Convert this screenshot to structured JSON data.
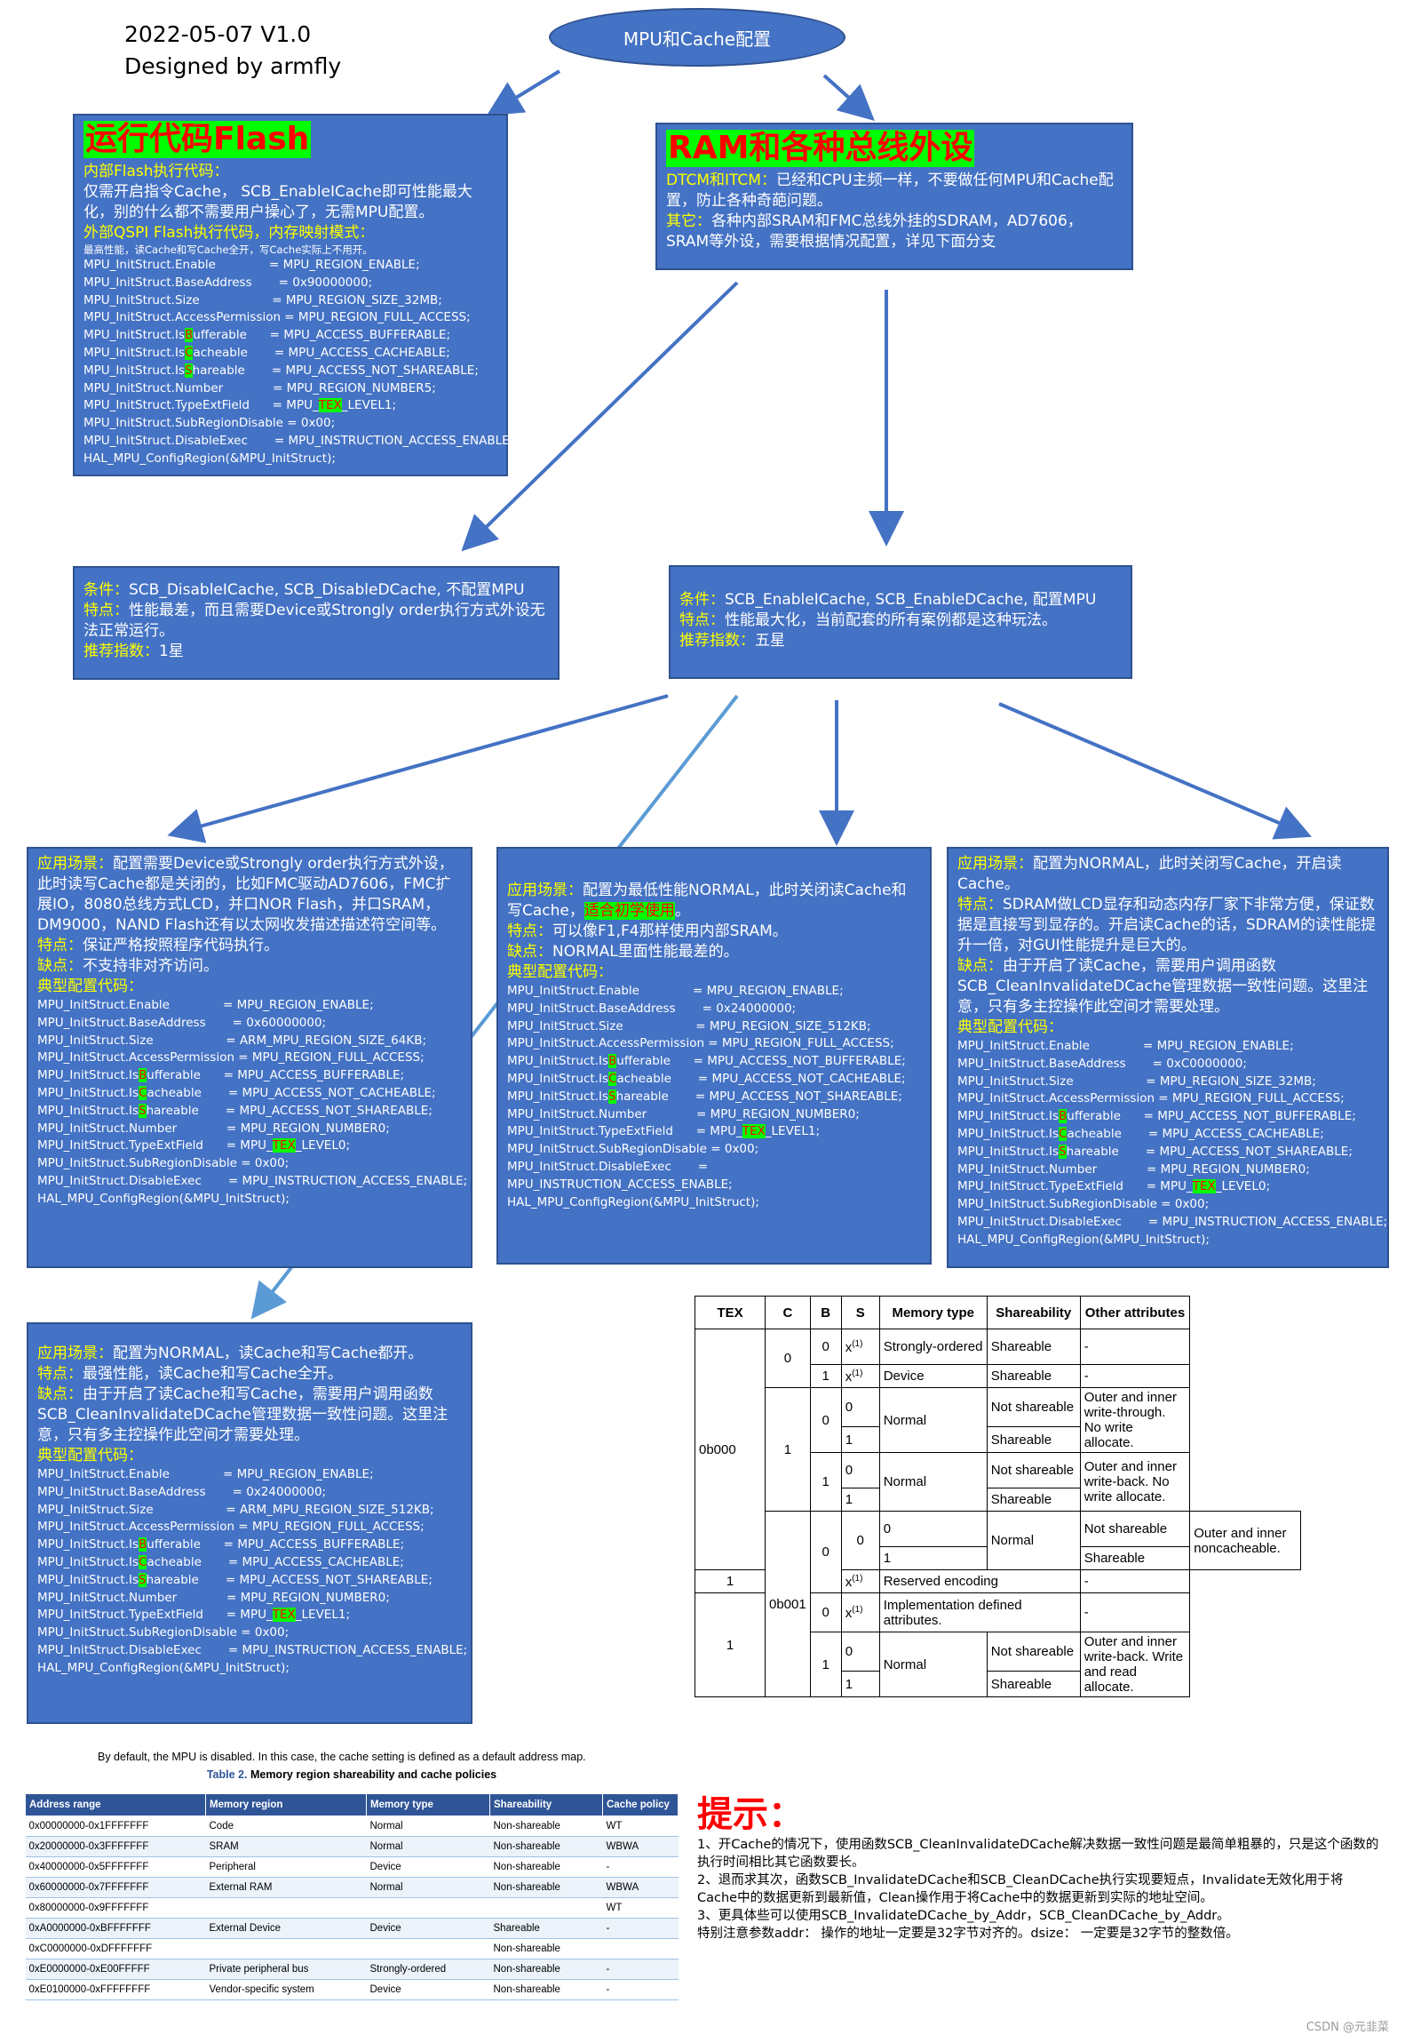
{
  "header": {
    "date_version": "2022-05-07  V1.0",
    "author": "Designed by armfly"
  },
  "root": {
    "label": "MPU和Cache配置"
  },
  "flash_box": {
    "title": "运行代码Flash",
    "internal_label": "内部Flash执行代码：",
    "internal_text": "仅需开启指令Cache，  SCB_EnableICache即可性能最大化，别的什么都不需要用户操心了，无需MPU配置。",
    "external_label": "外部QSPI Flash执行代码，内存映射模式：",
    "note": "最高性能，读Cache和写Cache全开，写Cache实际上不用开。",
    "code": [
      "MPU_InitStruct.Enable              = MPU_REGION_ENABLE;",
      "MPU_InitStruct.BaseAddress       = 0x90000000;",
      "MPU_InitStruct.Size                   = MPU_REGION_SIZE_32MB;",
      "MPU_InitStruct.AccessPermission = MPU_REGION_FULL_ACCESS;",
      "MPU_InitStruct.IsBufferable      = MPU_ACCESS_BUFFERABLE;",
      "MPU_InitStruct.IsCacheable       = MPU_ACCESS_CACHEABLE;",
      "MPU_InitStruct.IsShareable       = MPU_ACCESS_NOT_SHAREABLE;",
      "MPU_InitStruct.Number             = MPU_REGION_NUMBER5;",
      "MPU_InitStruct.TypeExtField      = MPU_TEX_LEVEL1;",
      "MPU_InitStruct.SubRegionDisable = 0x00;",
      "MPU_InitStruct.DisableExec       = MPU_INSTRUCTION_ACCESS_ENABLE;",
      "HAL_MPU_ConfigRegion(&MPU_InitStruct);"
    ]
  },
  "ram_box": {
    "title": "RAM和各种总线外设",
    "dtcm_label": "DTCM和ITCM：",
    "dtcm_text": "已经和CPU主频一样，不要做任何MPU和Cache配置，防止各种奇葩问题。",
    "other_label": "其它：",
    "other_text": "各种内部SRAM和FMC总线外挂的SDRAM，AD7606，SRAM等外设，需要根据情况配置，详见下面分支"
  },
  "cond_disable": {
    "cond_label": "条件：",
    "cond_text": "SCB_DisableICache, SCB_DisableDCache, 不配置MPU",
    "feat_label": "特点：",
    "feat_text": "性能最差，而且需要Device或Strongly order执行方式外设无法正常运行。",
    "rec_label": "推荐指数：",
    "rec_text": "1星"
  },
  "cond_enable": {
    "cond_label": "条件：",
    "cond_text": "SCB_EnableICache, SCB_EnableDCache, 配置MPU",
    "feat_label": "特点：",
    "feat_text": "性能最大化，当前配套的所有案例都是这种玩法。",
    "rec_label": "推荐指数：",
    "rec_text": "五星"
  },
  "device_box": {
    "scene_label": "应用场景：",
    "scene_text": "配置需要Device或Strongly order执行方式外设，此时读写Cache都是关闭的，比如FMC驱动AD7606，FMC扩展IO，8080总线方式LCD，并口NOR Flash，并口SRAM，DM9000，NAND Flash还有以太网收发描述描述符空间等。",
    "feat_label": "特点：",
    "feat_text": "保证严格按照程序代码执行。",
    "cons_label": "缺点：",
    "cons_text": "不支持非对齐访问。",
    "code_label": "典型配置代码：",
    "code": [
      "MPU_InitStruct.Enable              = MPU_REGION_ENABLE;",
      "MPU_InitStruct.BaseAddress       = 0x60000000;",
      "MPU_InitStruct.Size                   = ARM_MPU_REGION_SIZE_64KB;",
      "MPU_InitStruct.AccessPermission = MPU_REGION_FULL_ACCESS;",
      "MPU_InitStruct.IsBufferable      = MPU_ACCESS_BUFFERABLE;",
      "MPU_InitStruct.IsCacheable       = MPU_ACCESS_NOT_CACHEABLE;",
      "MPU_InitStruct.IsShareable       = MPU_ACCESS_NOT_SHAREABLE;",
      "MPU_InitStruct.Number             = MPU_REGION_NUMBER0;",
      "MPU_InitStruct.TypeExtField      = MPU_TEX_LEVEL0;",
      "MPU_InitStruct.SubRegionDisable = 0x00;",
      "MPU_InitStruct.DisableExec       = MPU_INSTRUCTION_ACCESS_ENABLE;",
      "HAL_MPU_ConfigRegion(&MPU_InitStruct);"
    ]
  },
  "normal_nc_box": {
    "scene_label": "应用场景：",
    "scene_text": "配置为最低性能NORMAL，此时关闭读Cache和写Cache，",
    "scene_hl": "适合初学使用",
    "scene_end": "。",
    "feat_label": "特点：",
    "feat_text": "可以像F1,F4那样使用内部SRAM。",
    "cons_label": "缺点：",
    "cons_text": "NORMAL里面性能最差的。",
    "code_label": "典型配置代码：",
    "code": [
      "MPU_InitStruct.Enable              = MPU_REGION_ENABLE;",
      "MPU_InitStruct.BaseAddress       = 0x24000000;",
      "MPU_InitStruct.Size                   = MPU_REGION_SIZE_512KB;",
      "MPU_InitStruct.AccessPermission = MPU_REGION_FULL_ACCESS;",
      "MPU_InitStruct.IsBufferable      = MPU_ACCESS_NOT_BUFFERABLE;",
      "MPU_InitStruct.IsCacheable       = MPU_ACCESS_NOT_CACHEABLE;",
      "MPU_InitStruct.IsShareable       = MPU_ACCESS_NOT_SHAREABLE;",
      "MPU_InitStruct.Number             = MPU_REGION_NUMBER0;",
      "MPU_InitStruct.TypeExtField      = MPU_TEX_LEVEL1;",
      "MPU_InitStruct.SubRegionDisable = 0x00;",
      "MPU_InitStruct.DisableExec       =",
      "MPU_INSTRUCTION_ACCESS_ENABLE;",
      "HAL_MPU_ConfigRegion(&MPU_InitStruct);"
    ]
  },
  "normal_wt_box": {
    "scene_label": "应用场景：",
    "scene_text": "配置为NORMAL，此时关闭写Cache，开启读Cache。",
    "feat_label_a": "特点：",
    "feat_text_a": "SDRAM做LCD显存和动态内存厂家下非常方便，保证数据是直接写到显存的。开启读Cache的话，SDRAM的读性能提升一倍，对GUI性能提升是巨大的。",
    "cons_label": "缺点：",
    "cons_text": "由于开启了读Cache，需要用户调用函数SCB_CleanInvalidateDCache管理数据一致性问题。这里注意，只有多主控操作此空间才需要处理。",
    "code_label": "典型配置代码：",
    "code": [
      "MPU_InitStruct.Enable              = MPU_REGION_ENABLE;",
      "MPU_InitStruct.BaseAddress       = 0xC0000000;",
      "MPU_InitStruct.Size                   = MPU_REGION_SIZE_32MB;",
      "MPU_InitStruct.AccessPermission = MPU_REGION_FULL_ACCESS;",
      "MPU_InitStruct.IsBufferable      = MPU_ACCESS_NOT_BUFFERABLE;",
      "MPU_InitStruct.IsCacheable       = MPU_ACCESS_CACHEABLE;",
      "MPU_InitStruct.IsShareable       = MPU_ACCESS_NOT_SHAREABLE;",
      "MPU_InitStruct.Number             = MPU_REGION_NUMBER0;",
      "MPU_InitStruct.TypeExtField      = MPU_TEX_LEVEL0;",
      "MPU_InitStruct.SubRegionDisable = 0x00;",
      "MPU_InitStruct.DisableExec       = MPU_INSTRUCTION_ACCESS_ENABLE;",
      "HAL_MPU_ConfigRegion(&MPU_InitStruct);"
    ]
  },
  "normal_wb_box": {
    "scene_label": "应用场景：",
    "scene_text": "配置为NORMAL，读Cache和写Cache都开。",
    "feat_label": "特点：",
    "feat_text": "最强性能，读Cache和写Cache全开。",
    "cons_label": "缺点：",
    "cons_text": "由于开启了读Cache和写Cache，需要用户调用函数SCB_CleanInvalidateDCache管理数据一致性问题。这里注意，只有多主控操作此空间才需要处理。",
    "code_label": "典型配置代码：",
    "code": [
      "MPU_InitStruct.Enable              = MPU_REGION_ENABLE;",
      "MPU_InitStruct.BaseAddress       = 0x24000000;",
      "MPU_InitStruct.Size                   = ARM_MPU_REGION_SIZE_512KB;",
      "MPU_InitStruct.AccessPermission = MPU_REGION_FULL_ACCESS;",
      "MPU_InitStruct.IsBufferable      = MPU_ACCESS_BUFFERABLE;",
      "MPU_InitStruct.IsCacheable       = MPU_ACCESS_CACHEABLE;",
      "MPU_InitStruct.IsShareable       = MPU_ACCESS_NOT_SHAREABLE;",
      "MPU_InitStruct.Number             = MPU_REGION_NUMBER0;",
      "MPU_InitStruct.TypeExtField      = MPU_TEX_LEVEL1;",
      "MPU_InitStruct.SubRegionDisable = 0x00;",
      "MPU_InitStruct.DisableExec       = MPU_INSTRUCTION_ACCESS_ENABLE;",
      "HAL_MPU_ConfigRegion(&MPU_InitStruct);"
    ]
  },
  "tex_table": {
    "headers": [
      "TEX",
      "C",
      "B",
      "S",
      "Memory type",
      "Shareability",
      "Other attributes"
    ],
    "tex0": "0b000",
    "tex1": "0b001",
    "c0": "0",
    "c1": "1",
    "b0": "0",
    "b1": "1",
    "s0": "0",
    "s1": "1",
    "x1": "x",
    "sup": "(1)",
    "strongly_ordered": "Strongly-ordered",
    "device": "Device",
    "normal": "Normal",
    "reserved": "Reserved encoding",
    "impl_defined": "Implementation defined attributes.",
    "shareable": "Shareable",
    "not_shareable": "Not shareable",
    "dash": "-",
    "wt_no_alloc": "Outer and inner write-through. No write allocate.",
    "wb_no_alloc": "Outer and inner write-back. No write allocate.",
    "noncacheable": "Outer and inner noncacheable.",
    "wb_alloc": "Outer and inner write-back. Write and read allocate."
  },
  "region_table": {
    "intro": "By default, the MPU is disabled. In this case, the cache setting is defined as a default address map.",
    "caption_num": "Table 2.",
    "caption": "Memory region shareability and cache policies",
    "headers": [
      "Address range",
      "Memory region",
      "Memory type",
      "Shareability",
      "Cache policy"
    ],
    "rows": [
      [
        "0x00000000-0x1FFFFFFF",
        "Code",
        "Normal",
        "Non-shareable",
        "WT"
      ],
      [
        "0x20000000-0x3FFFFFFF",
        "SRAM",
        "Normal",
        "Non-shareable",
        "WBWA"
      ],
      [
        "0x40000000-0x5FFFFFFF",
        "Peripheral",
        "Device",
        "Non-shareable",
        "-"
      ],
      [
        "0x60000000-0x7FFFFFFF",
        "External RAM",
        "Normal",
        "Non-shareable",
        "WBWA"
      ],
      [
        "0x80000000-0x9FFFFFFF",
        "",
        "",
        "",
        "WT"
      ],
      [
        "0xA0000000-0xBFFFFFFF",
        "External Device",
        "Device",
        "Shareable",
        "-"
      ],
      [
        "0xC0000000-0xDFFFFFFF",
        "",
        "",
        "Non-shareable",
        ""
      ],
      [
        "0xE0000000-0xE00FFFFF",
        "Private peripheral bus",
        "Strongly-ordered",
        "Non-shareable",
        "-"
      ],
      [
        "0xE0100000-0xFFFFFFFF",
        "Vendor-specific system",
        "Device",
        "Non-shareable",
        "-"
      ]
    ]
  },
  "tips": {
    "title": "提示：",
    "lines": [
      "1、开Cache的情况下，使用函数SCB_CleanInvalidateDCache解决数据一致性问题是最简单粗暴的，只是这个函数的执行时间相比其它函数要长。",
      "2、退而求其次，函数SCB_InvalidateDCache和SCB_CleanDCache执行实现要短点，Invalidate无效化用于将Cache中的数据更新到最新值，Clean操作用于将Cache中的数据更新到实际的地址空间。",
      "3、更具体些可以使用SCB_InvalidateDCache_by_Addr，SCB_CleanDCache_by_Addr。",
      "特别注意参数addr：  操作的地址一定要是32字节对齐的。dsize：  一定要是32字节的整数倍。"
    ]
  },
  "watermark": "CSDN @元韭菜",
  "colors": {
    "box_fill": "#4472C4",
    "box_border": "#2F528F",
    "label": "#FFFF00",
    "arrow": "#4472C4",
    "title_red": "#FF0000",
    "highlight": "#00FF00"
  }
}
